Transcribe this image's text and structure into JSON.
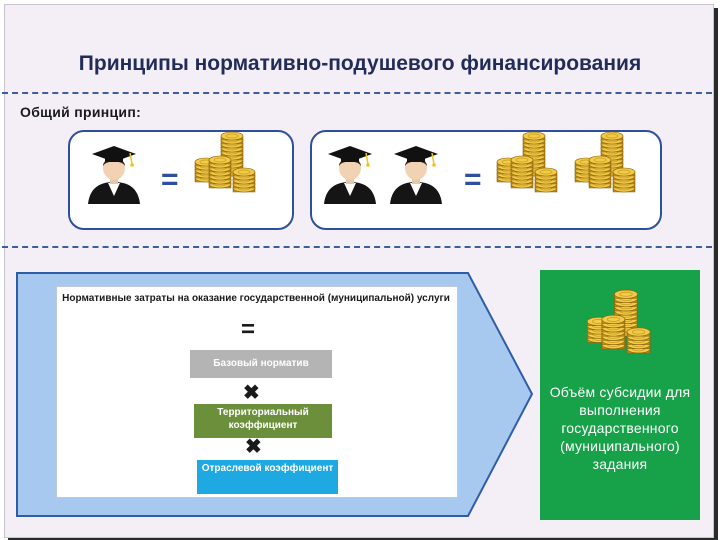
{
  "slide": {
    "title": "Принципы нормативно-подушевого финансирования",
    "subtitle": "Общий принцип:"
  },
  "principle": {
    "equals_sign": "="
  },
  "formula": {
    "norm_cost_label": "Нормативные затраты на оказание государственной (муниципальной) услуги",
    "equals_sign": "=",
    "base_norm_label": "Базовый норматив",
    "multiply_sign": "✖",
    "territorial_coef_label": "Территориальный коэффициент",
    "sector_coef_label": "Отраслевой коэффициент"
  },
  "result": {
    "subsidy_label": "Объём субсидии для выполнения государственного (муниципального) задания"
  },
  "colors": {
    "accent_blue": "#2e4f9e",
    "arrow_fill": "#a8c9ef",
    "base_pill": "#b4b4b4",
    "territorial_pill": "#6c8f3c",
    "sector_pill": "#1ea9e3",
    "result_green": "#17a149",
    "coin_gold": "#e6b531"
  },
  "icons": [
    "graduate-student-icon",
    "gold-coins-icon"
  ]
}
